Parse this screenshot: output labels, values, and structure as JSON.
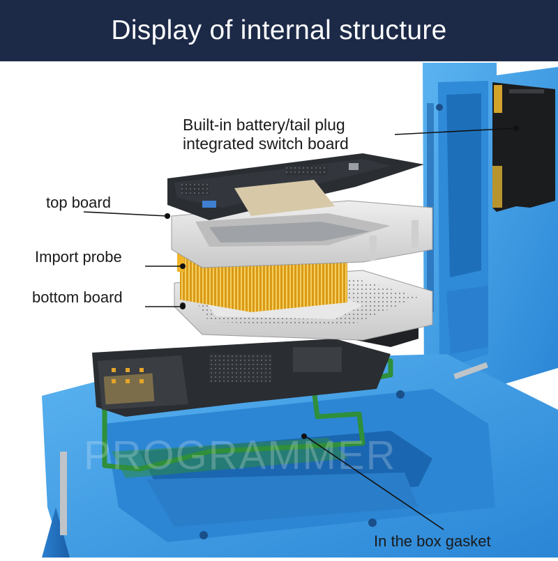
{
  "header": {
    "title": "Display of internal structure"
  },
  "labels": {
    "battery_line1": "Built-in battery/tail plug",
    "battery_line2": "integrated switch board",
    "top_board": "top board",
    "import_probe": "Import probe",
    "bottom_board": "bottom board",
    "gasket": "In the box gasket"
  },
  "watermark": "PROGRAMMER",
  "colors": {
    "header_bg": "#1c2a48",
    "fixture_blue": "#3d9be0",
    "fixture_dark": "#1f6fb8",
    "pcb_dark": "#2a2d31",
    "plate_grey": "#dcdcdc",
    "probe_gold": "#e0a21e",
    "gasket_green": "#2f8f3a"
  }
}
